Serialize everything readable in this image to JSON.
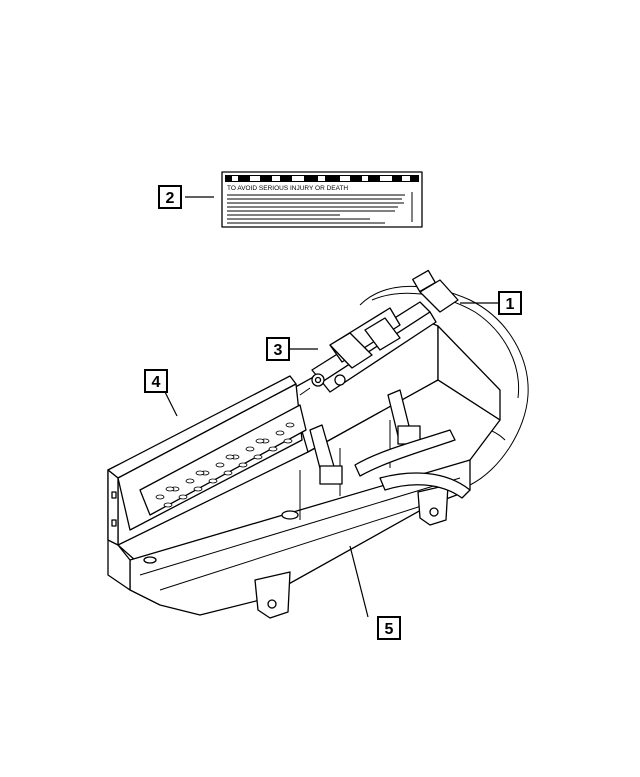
{
  "diagram": {
    "callouts": [
      {
        "id": "callout-1",
        "label": "1"
      },
      {
        "id": "callout-2",
        "label": "2"
      },
      {
        "id": "callout-3",
        "label": "3"
      },
      {
        "id": "callout-4",
        "label": "4"
      },
      {
        "id": "callout-5",
        "label": "5"
      }
    ],
    "warning_label": {
      "heading": "TO AVOID SERIOUS INJURY OR DEATH"
    }
  }
}
